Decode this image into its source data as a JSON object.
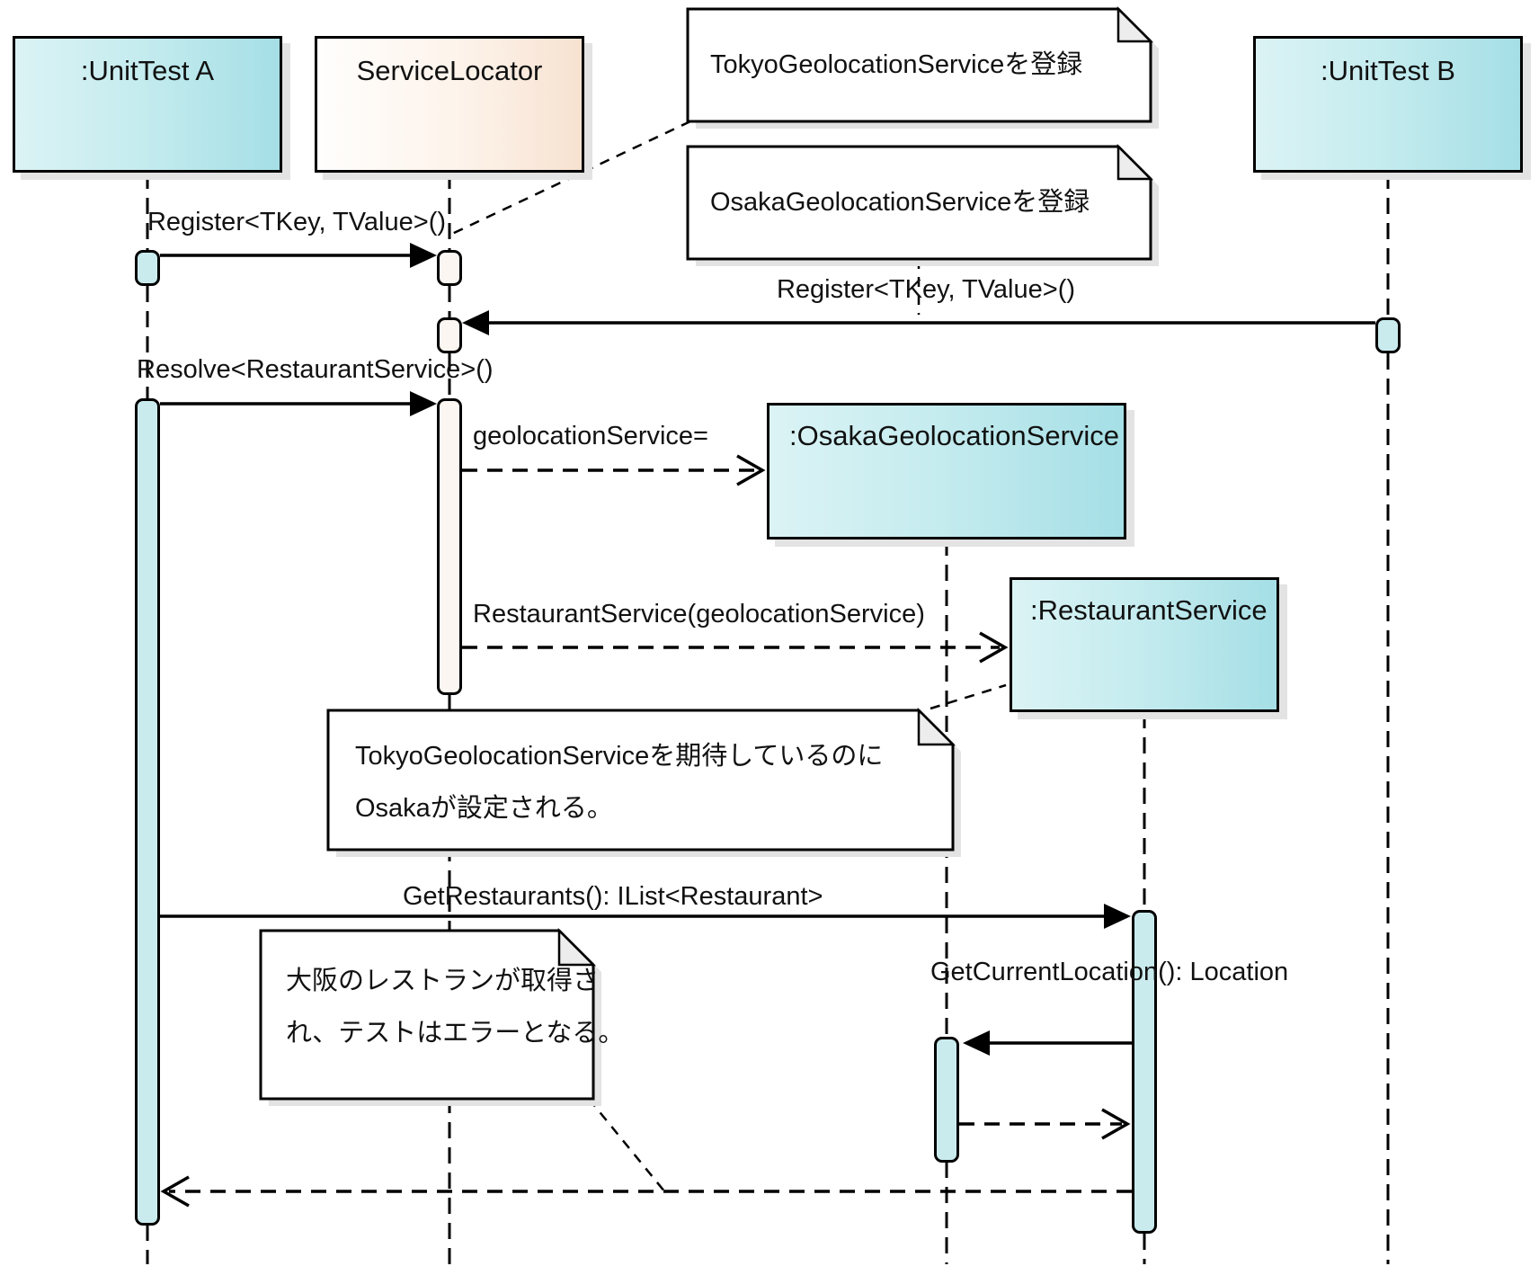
{
  "diagram": {
    "actors": [
      {
        "id": "unittest-a",
        "label": ":UnitTest A"
      },
      {
        "id": "service-locator",
        "label": "ServiceLocator"
      },
      {
        "id": "unittest-b",
        "label": ":UnitTest B"
      }
    ],
    "created_objects": [
      {
        "id": "osaka-geolocation-service",
        "label": ":OsakaGeolocationService"
      },
      {
        "id": "restaurant-service",
        "label": ":RestaurantService"
      }
    ],
    "messages": {
      "register_a": "Register<TKey, TValue>()",
      "register_b": "Register<TKey, TValue>()",
      "resolve": "Resolve<RestaurantService>()",
      "geolocation_assign": "geolocationService=",
      "restaurant_ctor": "RestaurantService(geolocationService)",
      "get_restaurants": "GetRestaurants(): IList<Restaurant>",
      "get_current_location": "GetCurrentLocation(): Location"
    },
    "notes": {
      "register_tokyo": {
        "lines": [
          "TokyoGeolocationServiceを登録"
        ]
      },
      "register_osaka": {
        "lines": [
          "OsakaGeolocationServiceを登録"
        ]
      },
      "expectation": {
        "lines": [
          "TokyoGeolocationServiceを期待しているのに",
          "Osakaが設定される。"
        ]
      },
      "test_error": {
        "lines": [
          "大阪のレストランが取得さ",
          "れ、テストはエラーとなる。"
        ]
      }
    },
    "colors": {
      "teal_light": "#dbf3f5",
      "teal_dark": "#a5dfe6",
      "cream_light": "#fffefd",
      "cream_dark": "#f7e2d1",
      "act_teal": "#c9ebee",
      "act_cream": "#fbf6f1",
      "line": "#000000",
      "note_fill": "#ffffff",
      "fold_fill": "#ededed",
      "shadow": "#e3e3e3"
    }
  }
}
